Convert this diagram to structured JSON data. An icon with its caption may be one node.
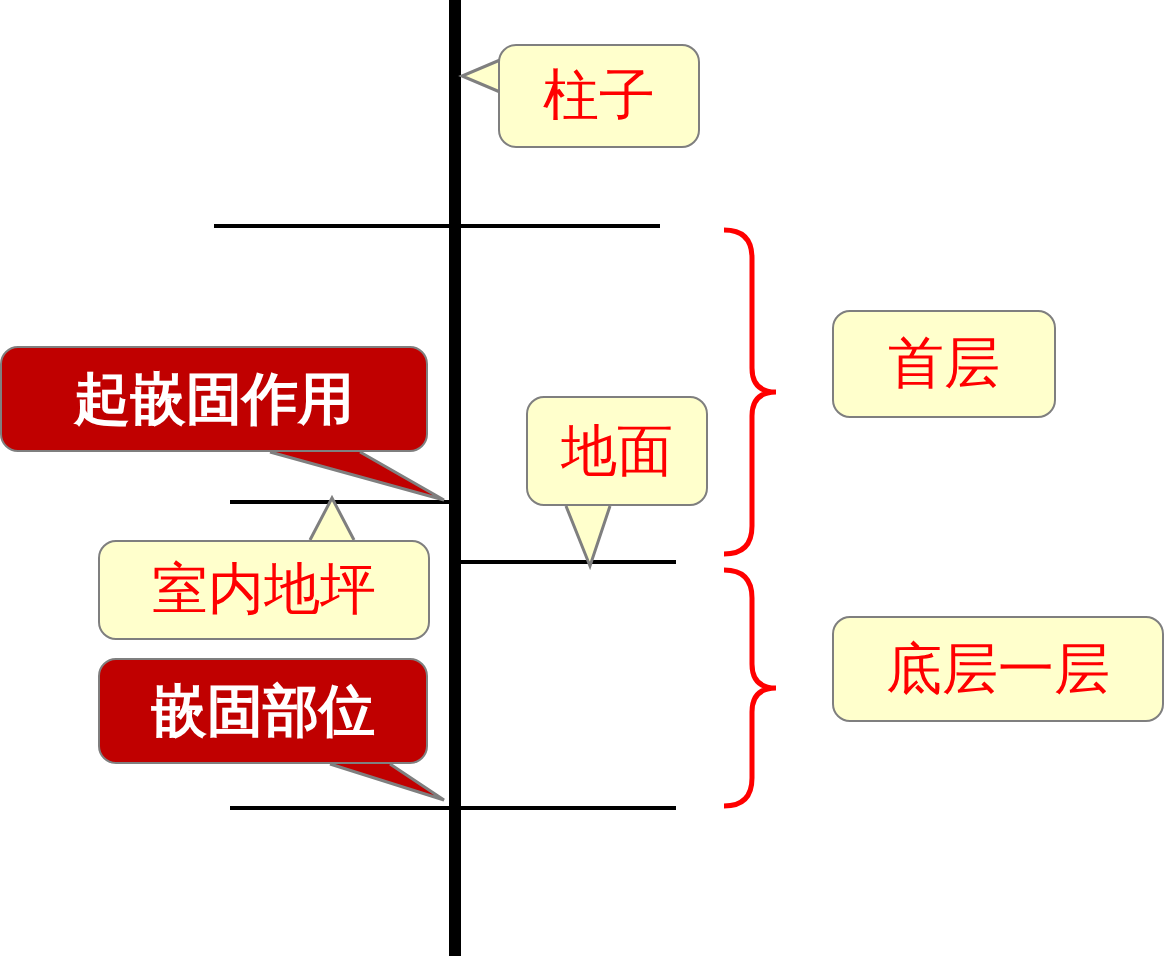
{
  "diagram": {
    "nodes": [
      {
        "text": [
          "柱子"
        ]
      },
      {
        "text": [
          "首层"
        ]
      },
      {
        "text": [
          "起嵌固作用"
        ]
      },
      {
        "text": [
          "地面"
        ]
      },
      {
        "text": [
          "室内地坪"
        ]
      },
      {
        "text": [
          "底层一层"
        ]
      },
      {
        "text": [
          "嵌固部位"
        ]
      }
    ]
  }
}
